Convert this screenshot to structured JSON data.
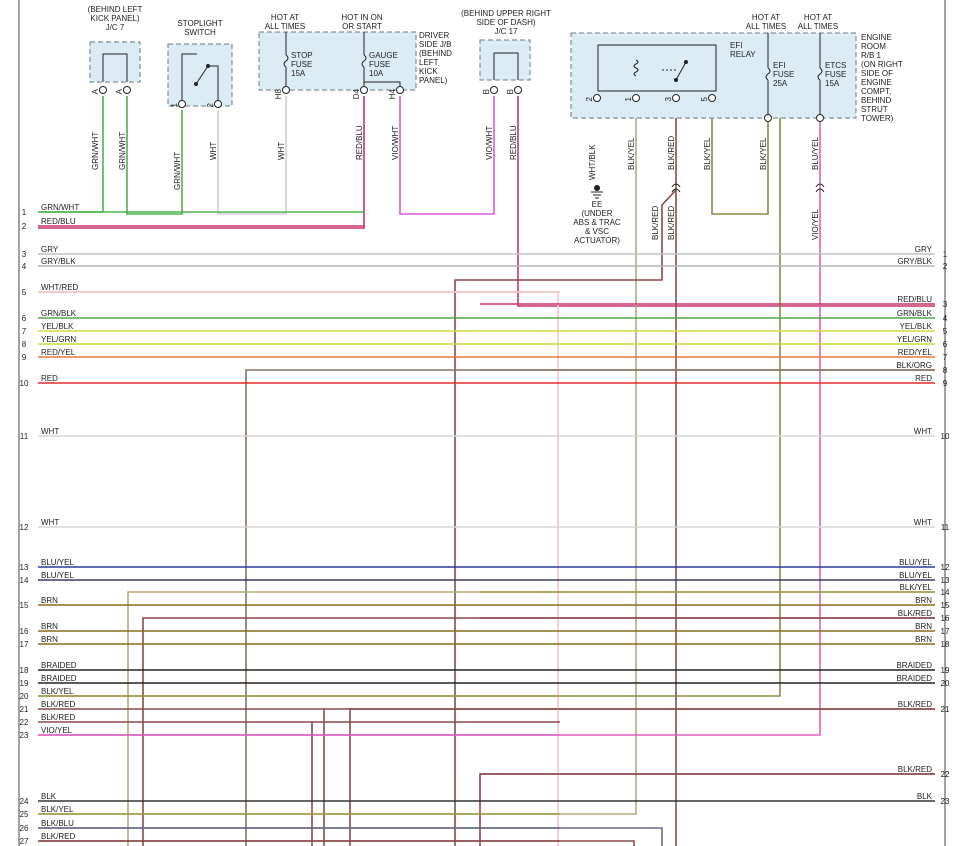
{
  "components": {
    "jc7": {
      "lines": [
        "(BEHIND LEFT",
        "KICK PANEL)",
        "J/C 7"
      ],
      "pins": [
        "A",
        "A"
      ]
    },
    "stoplight": {
      "lines": [
        "STOPLIGHT",
        "SWITCH"
      ],
      "pins": [
        "1",
        "2"
      ]
    },
    "hot_all_1": {
      "lines": [
        "HOT AT",
        "ALL TIMES"
      ]
    },
    "hot_on": {
      "lines": [
        "HOT IN ON",
        "OR START"
      ]
    },
    "driver_jb": {
      "lines": [
        "DRIVER",
        "SIDE J/B",
        "(BEHIND",
        "LEFT",
        "KICK",
        "PANEL)"
      ],
      "pins": [
        "H8",
        "D4",
        "H4"
      ]
    },
    "stop_fuse": {
      "lines": [
        "STOP",
        "FUSE",
        "15A"
      ]
    },
    "gauge_fuse": {
      "lines": [
        "GAUGE",
        "FUSE",
        "10A"
      ]
    },
    "jc17": {
      "lines": [
        "(BEHIND UPPER RIGHT",
        "SIDE OF DASH)",
        "J/C 17"
      ],
      "pins": [
        "B",
        "B"
      ]
    },
    "hot_all_2": {
      "lines": [
        "HOT AT",
        "ALL TIMES"
      ]
    },
    "hot_all_3": {
      "lines": [
        "HOT AT",
        "ALL TIMES"
      ]
    },
    "efi_relay": {
      "lines": [
        "EFI",
        "RELAY"
      ],
      "pins": [
        "2",
        "1",
        "3",
        "5"
      ]
    },
    "efi_fuse": {
      "lines": [
        "EFI",
        "FUSE",
        "25A"
      ]
    },
    "etcs_fuse": {
      "lines": [
        "ETCS",
        "FUSE",
        "15A"
      ]
    },
    "engine_rb": {
      "lines": [
        "ENGINE",
        "ROOM",
        "R/B 1",
        "(ON RIGHT",
        "SIDE OF",
        "ENGINE",
        "COMPT,",
        "BEHIND",
        "STRUT",
        "TOWER)"
      ]
    },
    "ground": {
      "lines": [
        "EE",
        "(UNDER",
        "ABS & TRAC",
        "& VSC",
        "ACTUATOR)"
      ]
    }
  },
  "vertical_labels": [
    "GRN/WHT",
    "GRN/WHT",
    "GRN/WHT",
    "WHT",
    "WHT",
    "RED/BLU",
    "VIO/WHT",
    "VIO/WHT",
    "RED/BLU",
    "WHT/BLK",
    "BLK/YEL",
    "BLK/RED",
    "BLK/YEL",
    "BLK/YEL",
    "BLU/YEL",
    "BLK/RED",
    "BLK/RED",
    "VIO/YEL"
  ],
  "rows": [
    {
      "ln": "1",
      "ll": "GRN/WHT",
      "rl": "",
      "rn": "",
      "color": "#4db34d"
    },
    {
      "ln": "2",
      "ll": "RED/BLU",
      "rl": "",
      "rn": "",
      "color": "#c8336a"
    },
    {
      "ln": "3",
      "ll": "GRY",
      "rl": "GRY",
      "rn": "1",
      "color": "#c0c0c0"
    },
    {
      "ln": "4",
      "ll": "GRY/BLK",
      "rl": "GRY/BLK",
      "rn": "2",
      "color": "#b4b4b4"
    },
    {
      "ln": "5",
      "ll": "WHT/RED",
      "rl": "",
      "rn": "",
      "color": "#f2c4c4"
    },
    {
      "ln": "",
      "ll": "",
      "rl": "RED/BLU",
      "rn": "3",
      "color": "#c8336a"
    },
    {
      "ln": "6",
      "ll": "GRN/BLK",
      "rl": "GRN/BLK",
      "rn": "4",
      "color": "#4fa84f"
    },
    {
      "ln": "7",
      "ll": "YEL/BLK",
      "rl": "YEL/BLK",
      "rn": "5",
      "color": "#d8d840"
    },
    {
      "ln": "8",
      "ll": "YEL/GRN",
      "rl": "YEL/GRN",
      "rn": "6",
      "color": "#c9d83c"
    },
    {
      "ln": "9",
      "ll": "RED/YEL",
      "rl": "RED/YEL",
      "rn": "7",
      "color": "#e8743c"
    },
    {
      "ln": "",
      "ll": "",
      "rl": "BLK/ORG",
      "rn": "8",
      "color": "#8a7060"
    },
    {
      "ln": "10",
      "ll": "RED",
      "rl": "RED",
      "rn": "9",
      "color": "#e02b2b"
    },
    {
      "ln": "11",
      "ll": "WHT",
      "rl": "WHT",
      "rn": "10",
      "color": "#d6d6d6"
    },
    {
      "ln": "12",
      "ll": "WHT",
      "rl": "WHT",
      "rn": "11",
      "color": "#d6d6d6"
    },
    {
      "ln": "13",
      "ll": "BLU/YEL",
      "rl": "BLU/YEL",
      "rn": "12",
      "color": "#2b3aa0"
    },
    {
      "ln": "14",
      "ll": "BLU/YEL",
      "rl": "BLU/YEL",
      "rn": "13",
      "color": "#3a3a6a"
    },
    {
      "ln": "",
      "ll": "",
      "rl": "BLK/YEL",
      "rn": "14",
      "color": "#a09a40"
    },
    {
      "ln": "15",
      "ll": "BRN",
      "rl": "BRN",
      "rn": "15",
      "color": "#8a6a20"
    },
    {
      "ln": "",
      "ll": "",
      "rl": "BLK/RED",
      "rn": "16",
      "color": "#8a4a4a"
    },
    {
      "ln": "16",
      "ll": "BRN",
      "rl": "BRN",
      "rn": "17",
      "color": "#8a6a20"
    },
    {
      "ln": "17",
      "ll": "BRN",
      "rl": "BRN",
      "rn": "18",
      "color": "#8a6a20"
    },
    {
      "ln": "18",
      "ll": "BRAIDED",
      "rl": "BRAIDED",
      "rn": "19",
      "color": "#222222"
    },
    {
      "ln": "19",
      "ll": "BRAIDED",
      "rl": "BRAIDED",
      "rn": "20",
      "color": "#222222"
    },
    {
      "ln": "20",
      "ll": "BLK/YEL",
      "rl": "",
      "rn": "",
      "color": "#a09a40"
    },
    {
      "ln": "21",
      "ll": "BLK/RED",
      "rl": "BLK/RED",
      "rn": "21",
      "color": "#8a4a4a"
    },
    {
      "ln": "22",
      "ll": "BLK/RED",
      "rl": "",
      "rn": "",
      "color": "#8a4a4a"
    },
    {
      "ln": "23",
      "ll": "VIO/YEL",
      "rl": "",
      "rn": "",
      "color": "#e060c0"
    },
    {
      "ln": "",
      "ll": "",
      "rl": "BLK/RED",
      "rn": "22",
      "color": "#8a4a4a"
    },
    {
      "ln": "24",
      "ll": "BLK",
      "rl": "BLK",
      "rn": "23",
      "color": "#333333"
    },
    {
      "ln": "25",
      "ll": "BLK/YEL",
      "rl": "",
      "rn": "",
      "color": "#a09a40"
    },
    {
      "ln": "26",
      "ll": "BLK/BLU",
      "rl": "",
      "rn": "",
      "color": "#6a6a90"
    },
    {
      "ln": "27",
      "ll": "BLK/RED",
      "rl": "",
      "rn": "",
      "color": "#8a4a4a"
    }
  ]
}
